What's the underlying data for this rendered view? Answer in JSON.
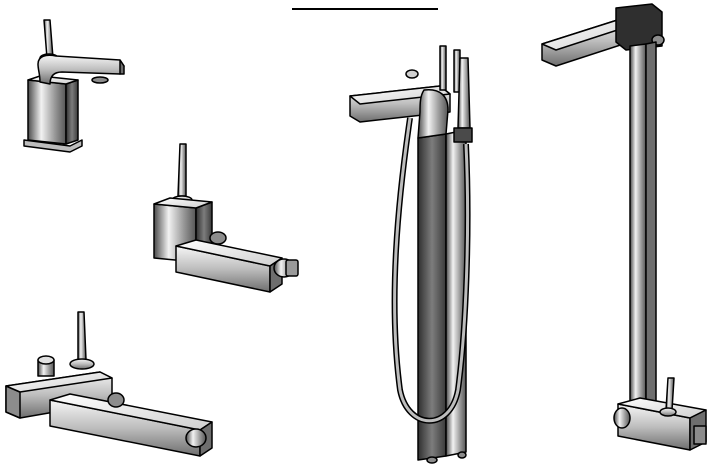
{
  "figure": {
    "title_fragment": "",
    "colors": {
      "outline": "#000000",
      "chrome_dark": "#4a4a4a",
      "chrome_mid": "#8c8c8c",
      "chrome_light": "#d9d9d9",
      "highlight": "#f4f4f4",
      "background": "#ffffff"
    },
    "items": [
      {
        "id": "basin-mixer"
      },
      {
        "id": "wall-bath-mixer"
      },
      {
        "id": "deck-bath-shower-mixer"
      },
      {
        "id": "floorstanding-bath-shower-mixer"
      },
      {
        "id": "floorstanding-shower-column"
      }
    ]
  }
}
